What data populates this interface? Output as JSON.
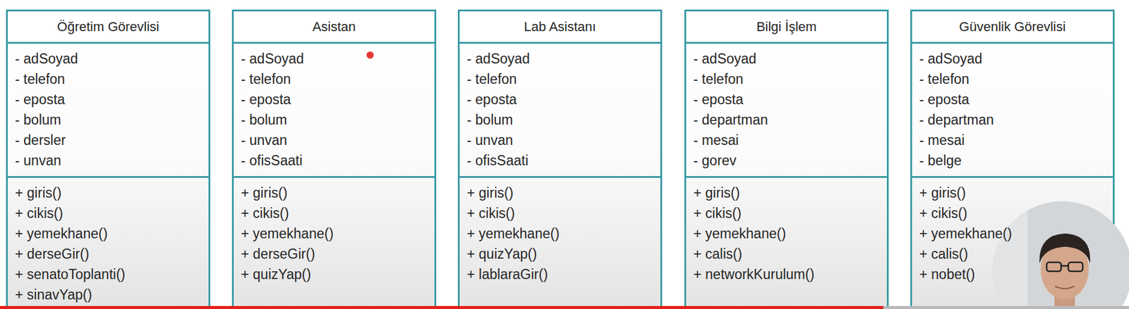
{
  "diagram": {
    "nodes": [
      {
        "text": [
          "Öğretim Görevlisi",
          "- adSoyad",
          "- telefon",
          "- eposta",
          "- bolum",
          "- dersler",
          "- unvan",
          "+ giris()",
          "+ cikis()",
          "+ yemekhane()",
          "+ derseGir()",
          "+ senatoToplanti()",
          "+ sinavYap()"
        ]
      },
      {
        "text": [
          "Asistan",
          "- adSoyad",
          "- telefon",
          "- eposta",
          "- bolum",
          "- unvan",
          "- ofisSaati",
          "+ giris()",
          "+ cikis()",
          "+ yemekhane()",
          "+ derseGir()",
          "+ quizYap()"
        ]
      },
      {
        "text": [
          "Lab Asistanı",
          "- adSoyad",
          "- telefon",
          "- eposta",
          "- bolum",
          "- unvan",
          "- ofisSaati",
          "+ giris()",
          "+ cikis()",
          "+ yemekhane()",
          "+ quizYap()",
          "+ lablaraGir()"
        ]
      },
      {
        "text": [
          "Bilgi İşlem",
          "- adSoyad",
          "- telefon",
          "- eposta",
          "- departman",
          "- mesai",
          "- gorev",
          "+ giris()",
          "+ cikis()",
          "+ yemekhane()",
          "+ calis()",
          "+ networkKurulum()"
        ]
      },
      {
        "text": [
          "Güvenlik Görevlisi",
          "- adSoyad",
          "- telefon",
          "- eposta",
          "- departman",
          "- mesai",
          "- belge",
          "+ giris()",
          "+ cikis()",
          "+ yemekhane()",
          "+ calis()",
          "+ nobet()"
        ]
      }
    ]
  }
}
